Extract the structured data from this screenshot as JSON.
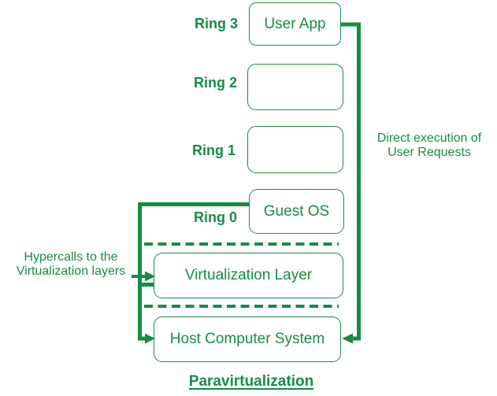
{
  "diagram": {
    "title": "Paravirtualization",
    "rings": [
      {
        "label": "Ring 3",
        "box_label": "User App"
      },
      {
        "label": "Ring 2",
        "box_label": ""
      },
      {
        "label": "Ring 1",
        "box_label": ""
      },
      {
        "label": "Ring 0",
        "box_label": "Guest OS"
      }
    ],
    "layers": [
      {
        "label": "Virtualization Layer"
      },
      {
        "label": "Host Computer System"
      }
    ],
    "annotations": {
      "hypercalls": "Hypercalls to the\nVirtualization layers",
      "direct_execution": "Direct execution of\nUser Requests"
    },
    "colors": {
      "green": "#168c46",
      "background": "#ffffff"
    }
  }
}
